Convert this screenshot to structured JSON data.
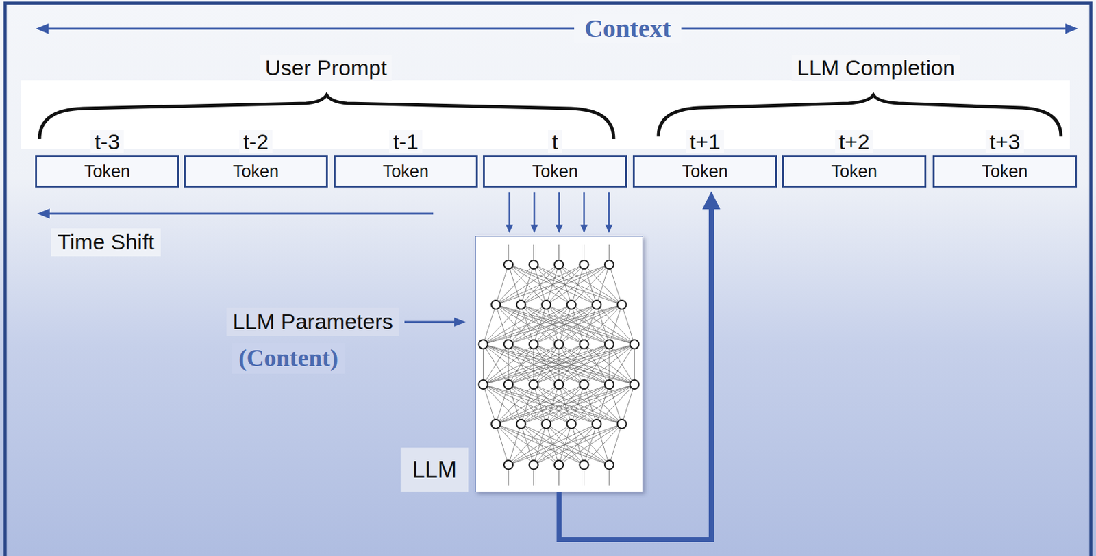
{
  "diagram": {
    "nodes": [
      {
        "text": [
          "t-3",
          "Token"
        ]
      },
      {
        "text": [
          "t-2",
          "Token"
        ]
      },
      {
        "text": [
          "t-1",
          "Token"
        ]
      },
      {
        "text": [
          "t",
          "Token"
        ]
      },
      {
        "text": [
          "t+1",
          "Token"
        ]
      },
      {
        "text": [
          "t+2",
          "Token"
        ]
      },
      {
        "text": [
          "t+3",
          "Token"
        ]
      },
      {
        "text": [
          "LLM"
        ]
      }
    ],
    "edges": [
      {
        "from": 3,
        "to": 7,
        "arrow": "to"
      },
      {
        "from": 3,
        "to": 7,
        "arrow": "to"
      },
      {
        "from": 3,
        "to": 7,
        "arrow": "to"
      },
      {
        "from": 3,
        "to": 7,
        "arrow": "to"
      },
      {
        "from": 3,
        "to": 7,
        "arrow": "to"
      },
      {
        "from": 7,
        "to": 4,
        "arrow": "to"
      }
    ],
    "labels": [
      "Context",
      "User Prompt",
      "LLM Completion",
      "Time Shift",
      "LLM Parameters",
      "(Content)"
    ]
  }
}
